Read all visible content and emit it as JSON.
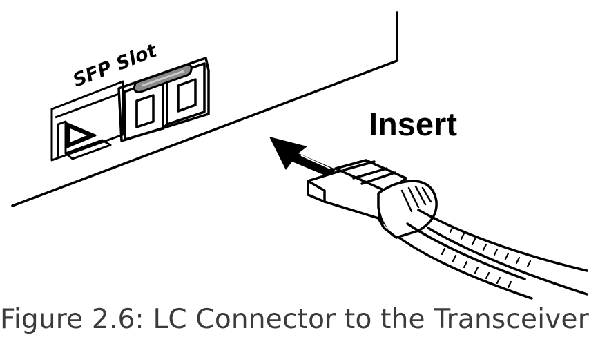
{
  "diagram": {
    "slot_label": "SFP Slot",
    "action_label": "Insert",
    "caption": "Figure 2.6: LC Connector to the Transceiver"
  },
  "colors": {
    "line": "#000000",
    "caption_text": "#3b3b3b",
    "latch_gray": "#8a8a8a",
    "background": "#ffffff"
  }
}
